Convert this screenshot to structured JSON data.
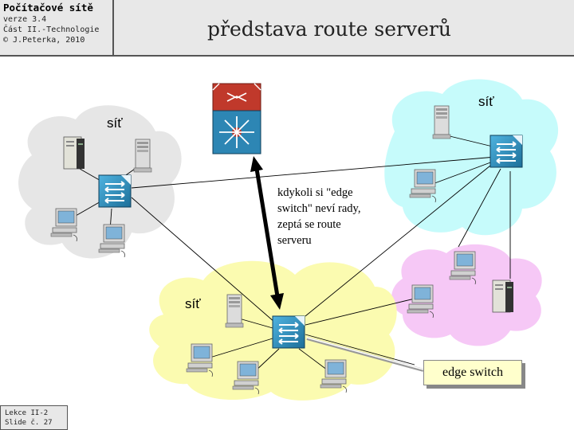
{
  "header": {
    "course_title": "Počítačové sítě",
    "version": "verze 3.4",
    "part": "Část II.-Technologie",
    "copyright": "© J.Peterka, 2010"
  },
  "slide_title": "představa route serverů",
  "footer": {
    "lesson": "Lekce II-2",
    "slide": "Slide č. 27"
  },
  "diagram": {
    "network_label": "síť",
    "annotation_lines": [
      "kdykoli si \"edge",
      "switch\" neví rady,",
      "zeptá se route",
      "serveru"
    ],
    "edge_switch_label": "edge switch",
    "colors": {
      "cloud_gray": "#e6e6e6",
      "cloud_cyan": "#c6fbfb",
      "cloud_yellow": "#fbfbb0",
      "cloud_pink": "#f6c8f6",
      "switch_blue": "#2d86b4",
      "router_red": "#c0392b"
    }
  }
}
